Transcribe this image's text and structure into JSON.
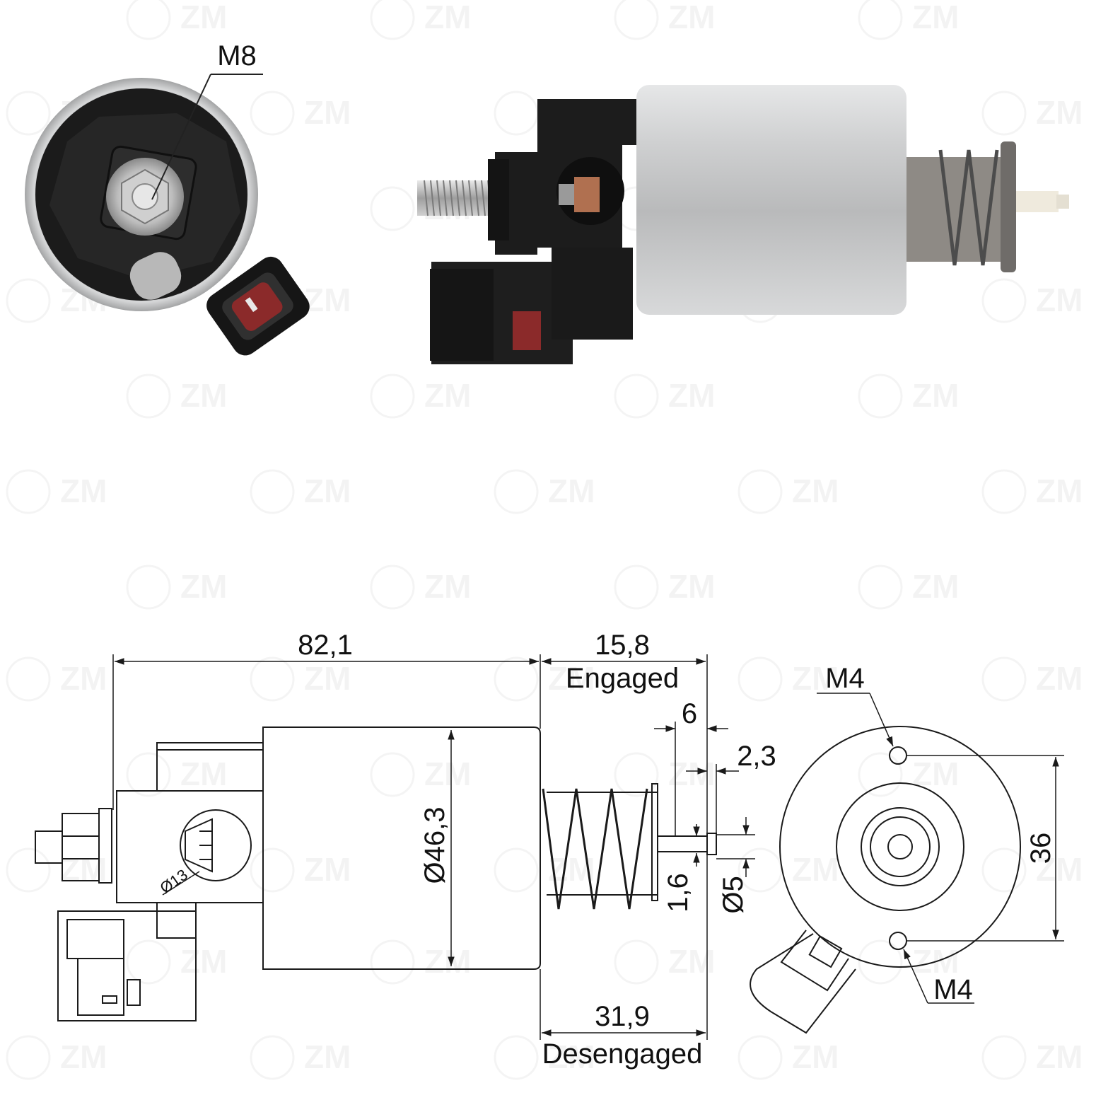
{
  "watermark": {
    "brand": "ZM"
  },
  "photo_labels": {
    "thread_main": "M8"
  },
  "dimensions": {
    "total_length": "82,1",
    "engaged_travel": "15,8",
    "engaged_label": "Engaged",
    "plunger_tip": "6",
    "tip_step": "2,3",
    "body_diameter": "Ø46,3",
    "tip_thickness": "1,6",
    "tip_diameter": "Ø5",
    "terminal_diameter": "Ø13",
    "disengaged_travel": "31,9",
    "disengaged_label": "Desengaged",
    "mount_hole_top": "M4",
    "mount_hole_bottom": "M4",
    "hole_spacing": "36"
  },
  "colors": {
    "line": "#1a1a1a",
    "housing": "#1c1c1c",
    "silver": "#c9cacb",
    "connector_red": "#8b2a2a",
    "copper": "#b07050"
  }
}
